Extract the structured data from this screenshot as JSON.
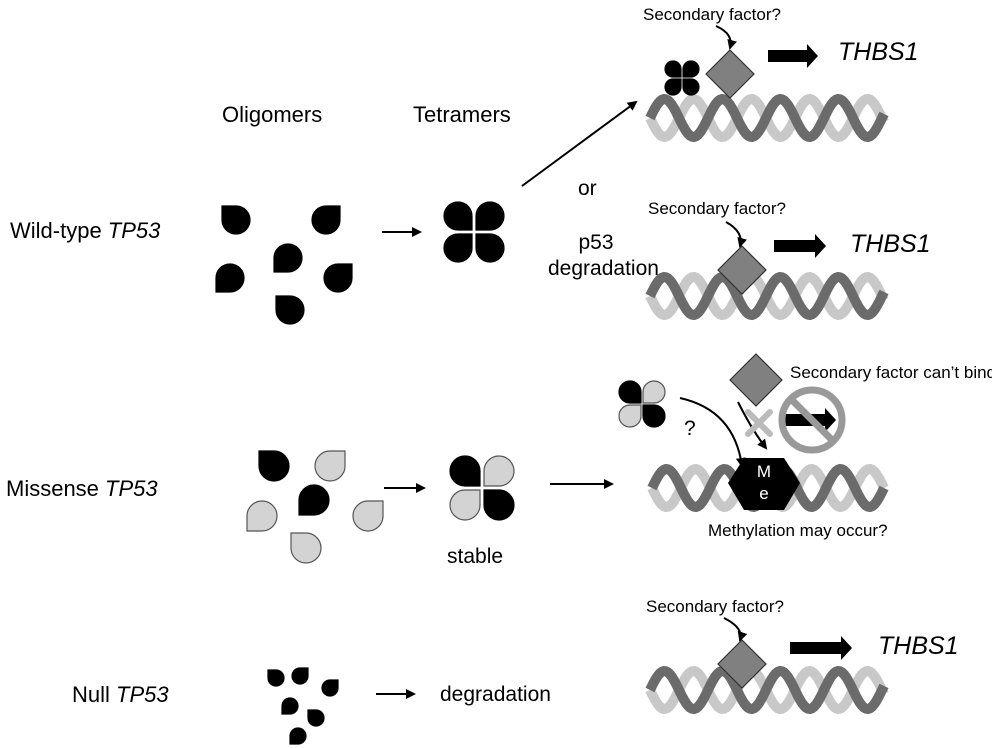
{
  "columns": {
    "oligomers": "Oligomers",
    "tetramers": "Tetramers"
  },
  "rows": {
    "wild_type": {
      "prefix": "Wild-type ",
      "gene": "TP53"
    },
    "missense": {
      "prefix": "Missense ",
      "gene": "TP53"
    },
    "null": {
      "prefix": "Null ",
      "gene": "TP53"
    }
  },
  "branch": {
    "or": "or",
    "p53": "p53",
    "degradation": "degradation"
  },
  "secondary_factor": "Secondary factor?",
  "target_gene": "THBS1",
  "missense_annotations": {
    "question": "?",
    "cant_bind": "Secondary factor can’t bind?",
    "methylation": "Methylation may occur?",
    "methyl_top": "M",
    "methyl_bottom": "e"
  },
  "stable": "stable",
  "null_outcome": "degradation",
  "colors": {
    "black_monomer": "#000000",
    "mutant_monomer": "#d3d3d3",
    "secondary_factor": "#808080",
    "dna_dark": "#6b6b6b",
    "dna_light": "#c8c8c8"
  }
}
